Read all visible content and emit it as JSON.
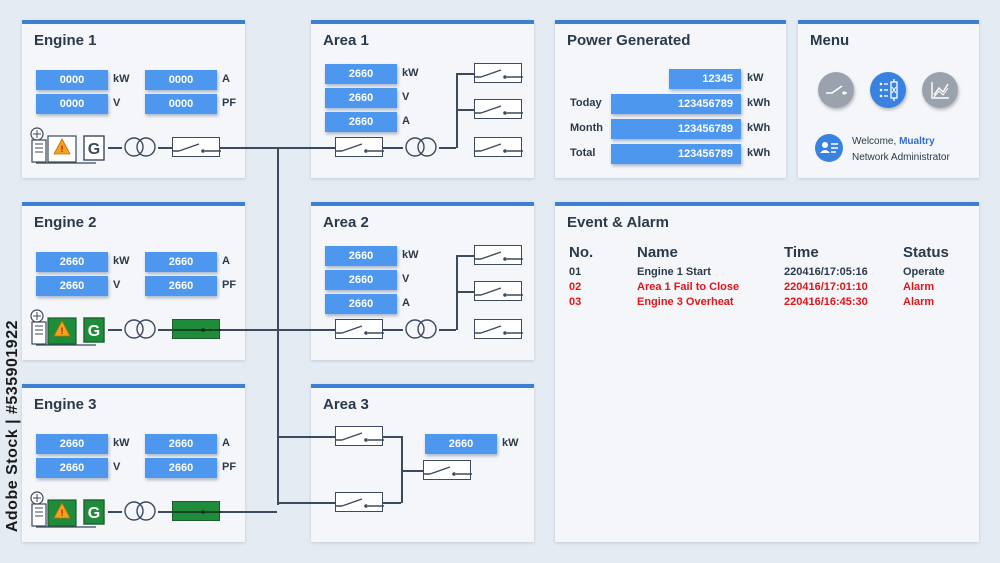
{
  "engines": [
    {
      "title": "Engine 1",
      "kw": "0000",
      "kw_unit": "kW",
      "a": "0000",
      "a_unit": "A",
      "v": "0000",
      "v_unit": "V",
      "pf": "0000",
      "pf_unit": "PF",
      "breaker_closed": false,
      "generator_running": false
    },
    {
      "title": "Engine 2",
      "kw": "2660",
      "kw_unit": "kW",
      "a": "2660",
      "a_unit": "A",
      "v": "2660",
      "v_unit": "V",
      "pf": "2660",
      "pf_unit": "PF",
      "breaker_closed": true,
      "generator_running": true
    },
    {
      "title": "Engine 3",
      "kw": "2660",
      "kw_unit": "kW",
      "a": "2660",
      "a_unit": "A",
      "v": "2660",
      "v_unit": "V",
      "pf": "2660",
      "pf_unit": "PF",
      "breaker_closed": true,
      "generator_running": true
    }
  ],
  "generator_letter": "G",
  "areas": [
    {
      "title": "Area 1",
      "kw": "2660",
      "kw_unit": "kW",
      "v": "2660",
      "v_unit": "V",
      "a": "2660",
      "a_unit": "A"
    },
    {
      "title": "Area 2",
      "kw": "2660",
      "kw_unit": "kW",
      "v": "2660",
      "v_unit": "V",
      "a": "2660",
      "a_unit": "A"
    },
    {
      "title": "Area 3",
      "kw": "2660",
      "kw_unit": "kW"
    }
  ],
  "power_generated": {
    "title": "Power Generated",
    "current": "12345",
    "current_unit": "kW",
    "rows": [
      {
        "label": "Today",
        "value": "123456789",
        "unit": "kWh"
      },
      {
        "label": "Month",
        "value": "123456789",
        "unit": "kWh"
      },
      {
        "label": "Total",
        "value": "123456789",
        "unit": "kWh"
      }
    ]
  },
  "menu": {
    "title": "Menu",
    "welcome_prefix": "Welcome,",
    "user_name": "Mualtry",
    "role": "Network Administrator",
    "buttons": [
      {
        "icon": "switch-icon",
        "active": false
      },
      {
        "icon": "breaker-list-icon",
        "active": true
      },
      {
        "icon": "trend-chart-icon",
        "active": false
      }
    ]
  },
  "events": {
    "title": "Event & Alarm",
    "headers": {
      "no": "No.",
      "name": "Name",
      "time": "Time",
      "status": "Status"
    },
    "rows": [
      {
        "no": "01",
        "name": "Engine 1 Start",
        "time": "220416/17:05:16",
        "status": "Operate",
        "alarm": false
      },
      {
        "no": "02",
        "name": "Area 1 Fail to Close",
        "time": "220416/17:01:10",
        "status": "Alarm",
        "alarm": true
      },
      {
        "no": "03",
        "name": "Engine 3 Overheat",
        "time": "220416/16:45:30",
        "status": "Alarm",
        "alarm": true
      }
    ]
  },
  "watermark": "Adobe Stock | #535901922",
  "colors": {
    "accent": "#3d7fd0",
    "value_box": "#4d97ee",
    "breaker_closed": "#1e8c3a",
    "alarm": "#e0161a",
    "background": "#e4ebf3",
    "panel": "#f4f6f9"
  }
}
